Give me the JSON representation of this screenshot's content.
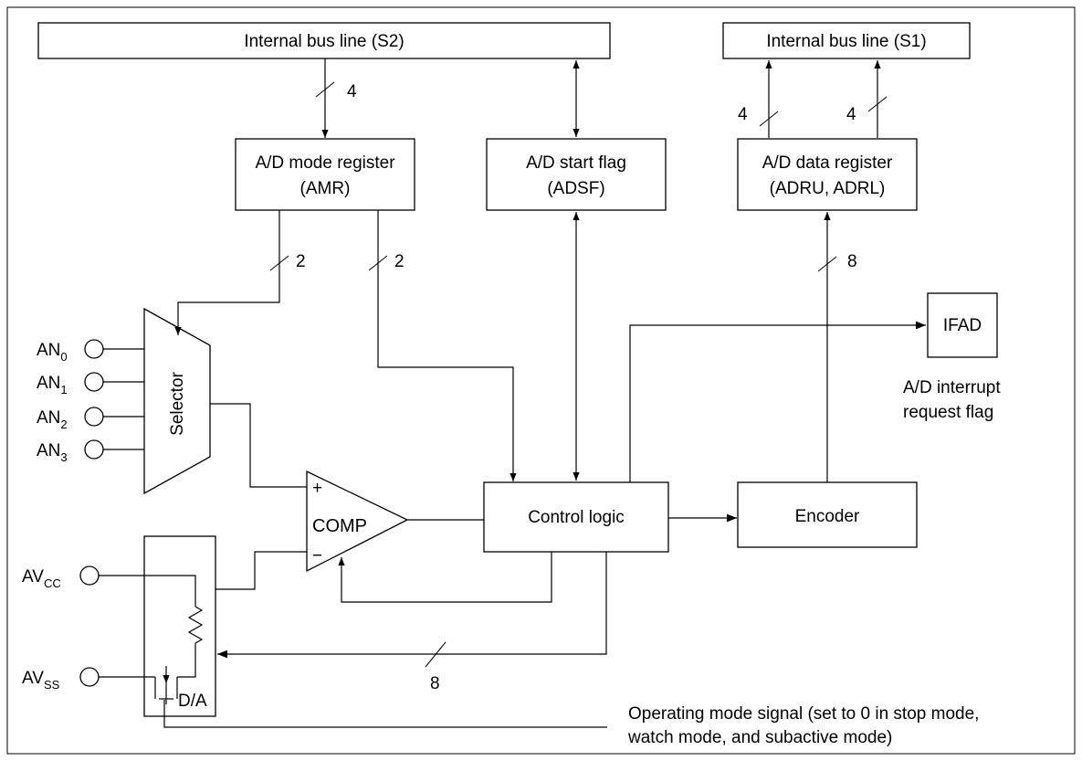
{
  "blocks": {
    "bus_s2": "Internal bus line (S2)",
    "bus_s1": "Internal bus line (S1)",
    "amr_line1": "A/D mode register",
    "amr_line2": "(AMR)",
    "adsf_line1": "A/D start flag",
    "adsf_line2": "(ADSF)",
    "adr_line1": "A/D data register",
    "adr_line2": "(ADRU, ADRL)",
    "selector": "Selector",
    "comp": "COMP",
    "comp_plus": "+",
    "comp_minus": "−",
    "control": "Control logic",
    "encoder": "Encoder",
    "ifad": "IFAD",
    "da": "D/A"
  },
  "captions": {
    "ifad_line1": "A/D interrupt",
    "ifad_line2": "request flag",
    "opmode_line1": "Operating mode signal (set to 0 in stop mode,",
    "opmode_line2": "watch mode, and subactive mode)"
  },
  "bus_widths": {
    "s2_to_amr": "4",
    "s1_left": "4",
    "s1_right": "4",
    "amr_to_selector": "2",
    "amr_to_control": "2",
    "encoder_to_adr": "8",
    "control_to_da": "8"
  },
  "pins": [
    {
      "base": "AN",
      "sub": "0"
    },
    {
      "base": "AN",
      "sub": "1"
    },
    {
      "base": "AN",
      "sub": "2"
    },
    {
      "base": "AN",
      "sub": "3"
    },
    {
      "base": "AV",
      "sub": "CC"
    },
    {
      "base": "AV",
      "sub": "SS"
    }
  ]
}
